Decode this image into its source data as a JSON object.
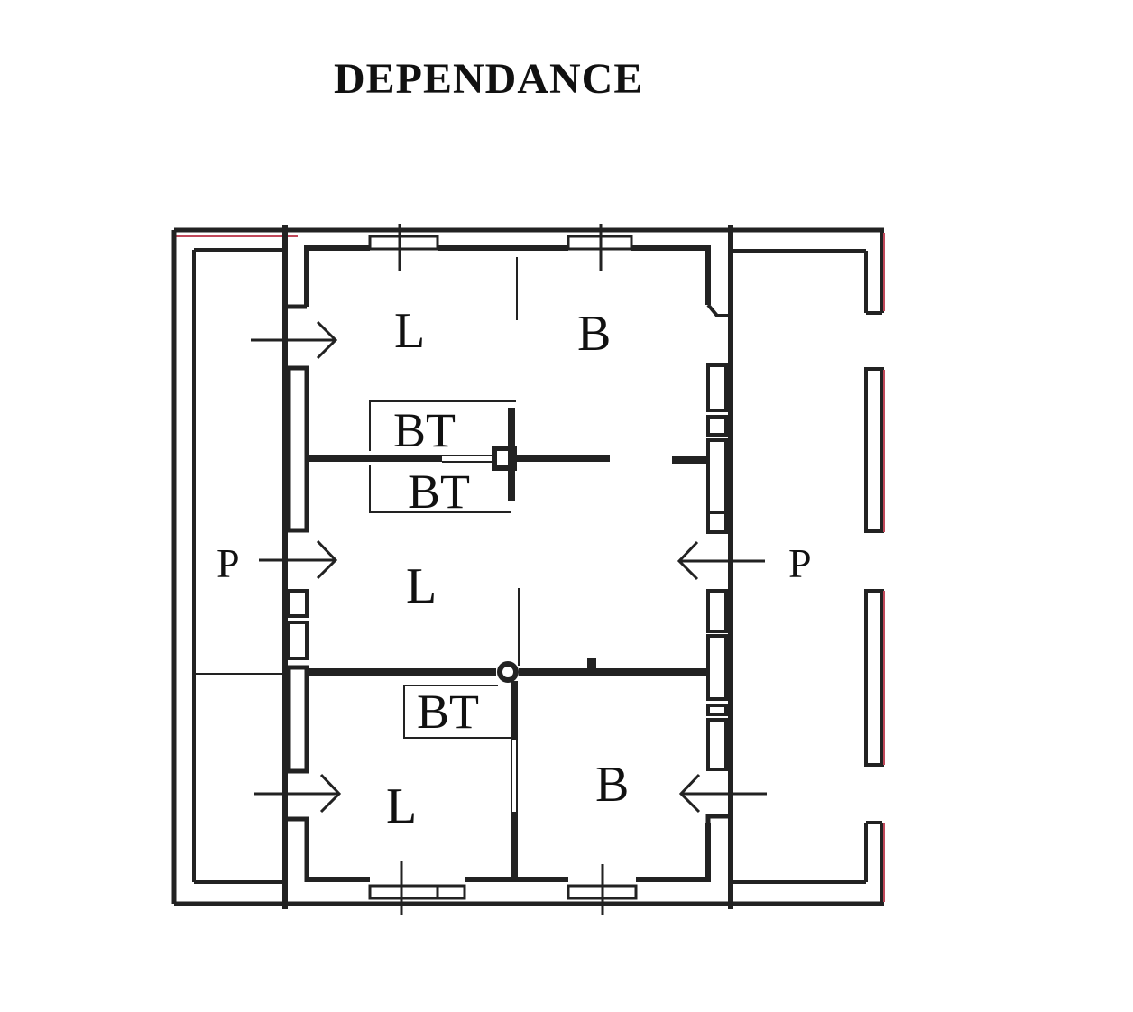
{
  "title": "DEPENDANCE",
  "rooms": [
    {
      "id": "room-top-left",
      "label": "L"
    },
    {
      "id": "room-top-right",
      "label": "B"
    },
    {
      "id": "room-middle",
      "label": "L"
    },
    {
      "id": "room-bottom-left",
      "label": "L"
    },
    {
      "id": "room-bottom-right",
      "label": "B"
    }
  ],
  "bathrooms": [
    {
      "id": "bt-upper",
      "label": "BT"
    },
    {
      "id": "bt-lower",
      "label": "BT"
    },
    {
      "id": "bt-bottom",
      "label": "BT"
    }
  ],
  "porches": [
    {
      "id": "porch-left",
      "label": "P"
    },
    {
      "id": "porch-right",
      "label": "P"
    }
  ],
  "colors": {
    "wall": "#222222",
    "accent_edge": "#c0485a",
    "background": "#ffffff"
  }
}
